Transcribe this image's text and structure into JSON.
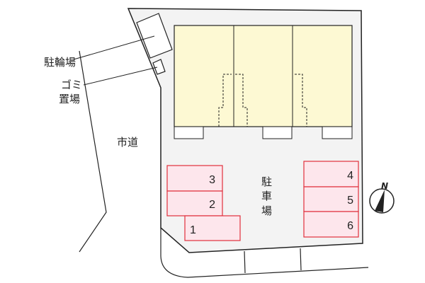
{
  "labels": {
    "bicycle_parking": "駐輪場",
    "garbage_1": "ゴミ",
    "garbage_2": "置場",
    "city_road": "市道",
    "parking_1": "駐",
    "parking_2": "車",
    "parking_3": "場",
    "north": "N"
  },
  "parking_spaces": [
    "1",
    "2",
    "3",
    "4",
    "5",
    "6"
  ],
  "colors": {
    "building": "#fdf9d3",
    "site": "#f3f3f3",
    "parking_fill": "#fde6ec",
    "parking_stroke": "#e0303c"
  }
}
